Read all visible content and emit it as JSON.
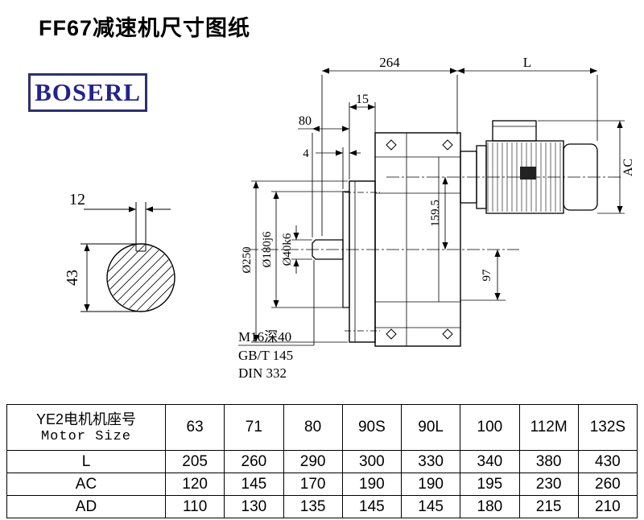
{
  "page": {
    "title": "FF67减速机尺寸图纸",
    "brand": "BOSERL"
  },
  "drawing": {
    "dims": {
      "top_width": "264",
      "motor_length": "L",
      "flange_thickness": "15",
      "shaft_length": "80",
      "spigot_depth": "4",
      "motor_height": "AC",
      "axis_height": "159.5",
      "lower_height": "97",
      "key_width": "12",
      "shaft_key_height": "43",
      "flange_dia": "Ø250",
      "spigot_dia": "Ø180j6",
      "shaft_dia": "Ø40k6"
    },
    "notes": {
      "tap": "M16深40",
      "std1": "GB/T 145",
      "std2": "DIN 332"
    }
  },
  "table": {
    "col0_line1": "YE2电机机座号",
    "col0_line2": "Motor Size",
    "sizes": [
      "63",
      "71",
      "80",
      "90S",
      "90L",
      "100",
      "112M",
      "132S"
    ],
    "rows": [
      {
        "label": "L",
        "values": [
          "205",
          "260",
          "290",
          "300",
          "330",
          "340",
          "380",
          "430"
        ]
      },
      {
        "label": "AC",
        "values": [
          "120",
          "145",
          "170",
          "190",
          "190",
          "195",
          "230",
          "260"
        ]
      },
      {
        "label": "AD",
        "values": [
          "110",
          "130",
          "135",
          "145",
          "145",
          "180",
          "215",
          "210"
        ]
      }
    ]
  }
}
